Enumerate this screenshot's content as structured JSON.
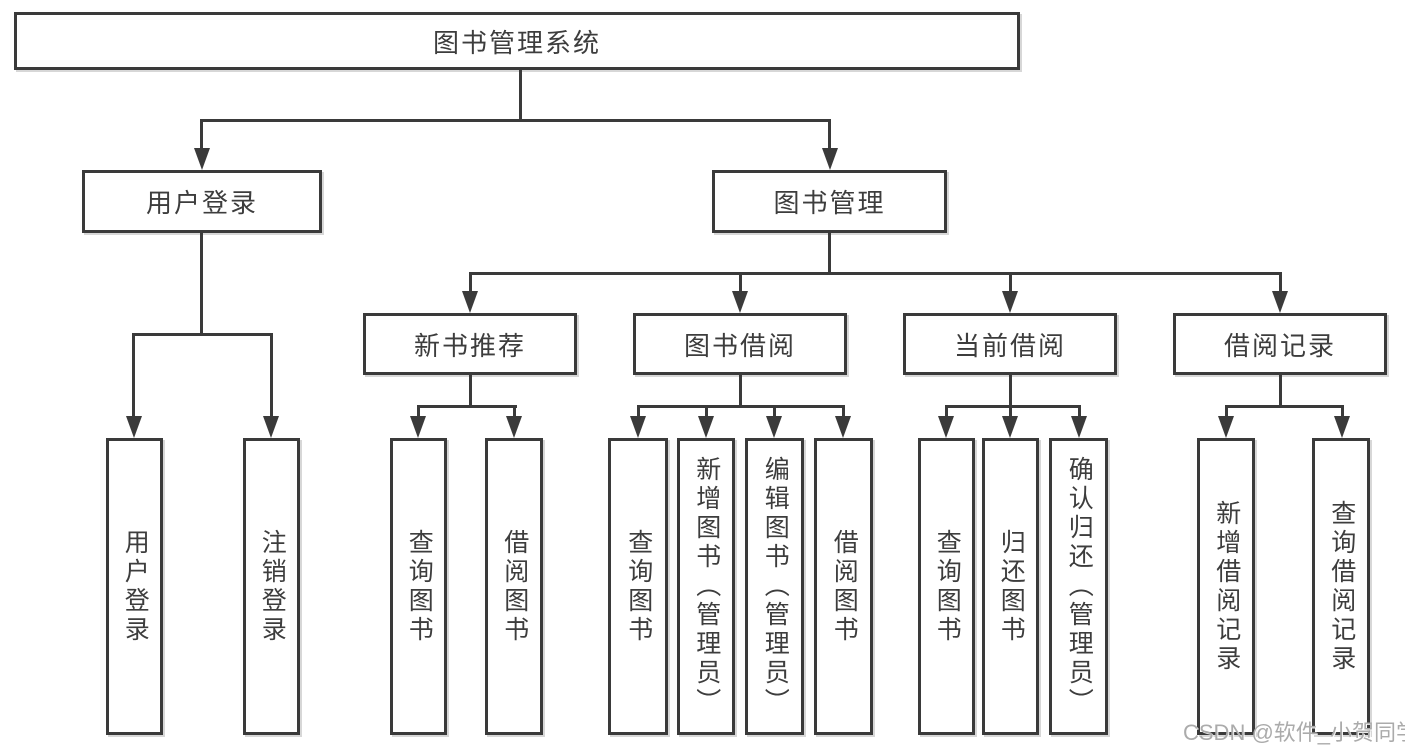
{
  "colors": {
    "line": "#3a3a3a",
    "border": "#3a3a3a",
    "text": "#3d3d3d",
    "watermark": "#ababab",
    "background": "#ffffff"
  },
  "watermark": {
    "text": "CSDN @软件_小贺同学"
  },
  "tree": {
    "root": {
      "label": "图书管理系统",
      "children": [
        {
          "label": "用户登录",
          "children": [
            {
              "label": "用户登录"
            },
            {
              "label": "注销登录"
            }
          ]
        },
        {
          "label": "图书管理",
          "children": [
            {
              "label": "新书推荐",
              "children": [
                {
                  "label": "查询图书"
                },
                {
                  "label": "借阅图书"
                }
              ]
            },
            {
              "label": "图书借阅",
              "children": [
                {
                  "label": "查询图书"
                },
                {
                  "label": "新增图书（管理员）"
                },
                {
                  "label": "编辑图书（管理员）"
                },
                {
                  "label": "借阅图书"
                }
              ]
            },
            {
              "label": "当前借阅",
              "children": [
                {
                  "label": "查询图书"
                },
                {
                  "label": "归还图书"
                },
                {
                  "label": "确认归还（管理员）"
                }
              ]
            },
            {
              "label": "借阅记录",
              "children": [
                {
                  "label": "新增借阅记录"
                },
                {
                  "label": "查询借阅记录"
                }
              ]
            }
          ]
        }
      ]
    }
  }
}
